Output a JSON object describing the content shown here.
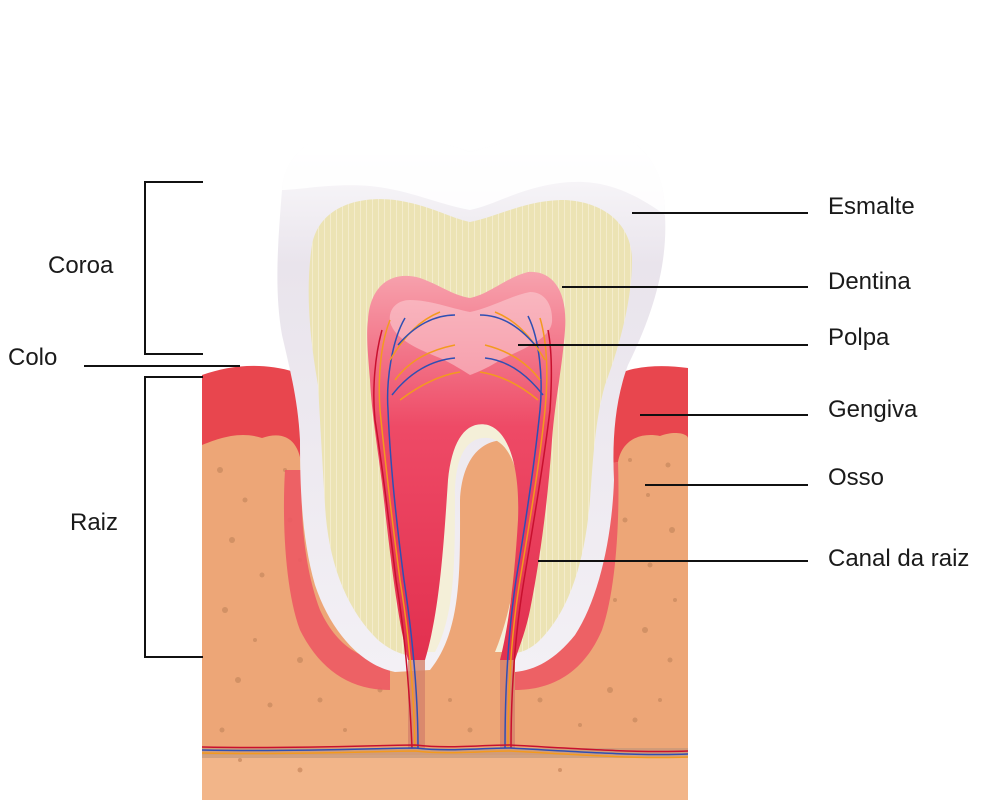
{
  "labels": {
    "left": {
      "crown": "Coroa",
      "neck": "Colo",
      "root": "Raiz"
    },
    "right": {
      "enamel": "Esmalte",
      "dentin": "Dentina",
      "pulp": "Polpa",
      "gum": "Gengiva",
      "bone": "Osso",
      "root_canal": "Canal da raiz"
    }
  },
  "colors": {
    "enamel": "#eeeaf1",
    "dentin": "#ece3b4",
    "pulp": "#ee4a66",
    "gum": "#e8464e",
    "bone": "#eda677",
    "nerve_blue": "#2f4fb3",
    "vessel_orange": "#f39a1e",
    "vessel_red": "#c8102e"
  }
}
